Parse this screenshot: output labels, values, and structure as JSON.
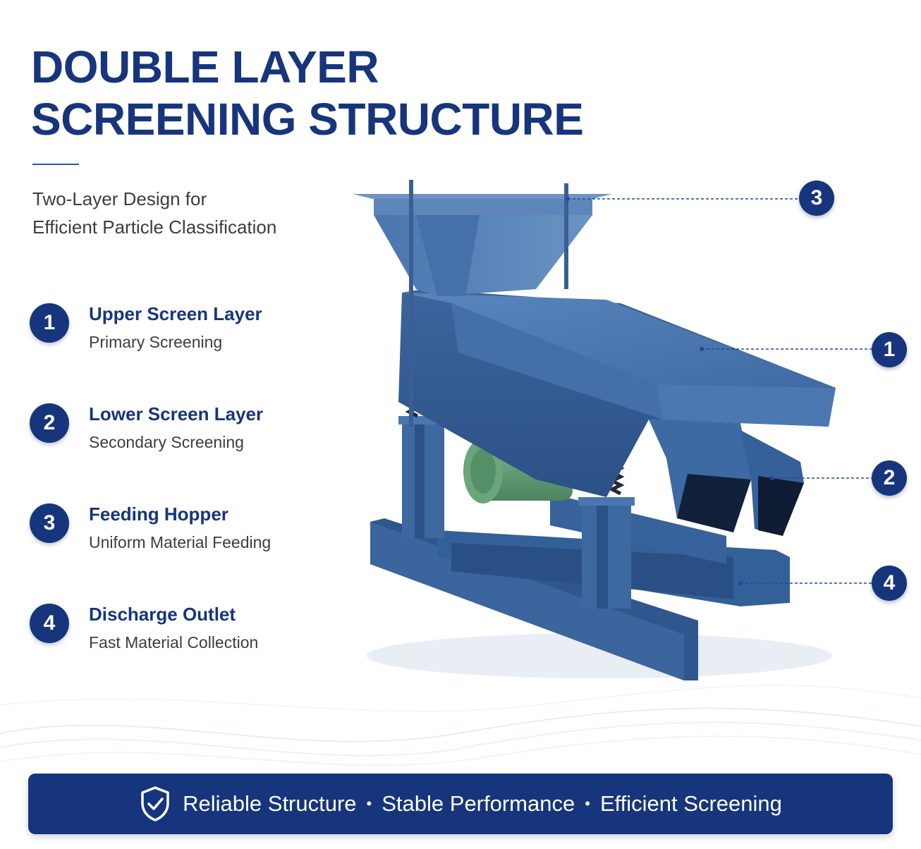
{
  "title": {
    "line1": "DOUBLE LAYER",
    "line2": "SCREENING STRUCTURE"
  },
  "subtitle": {
    "line1": "Two-Layer Design for",
    "line2": "Efficient Particle Classification"
  },
  "features": [
    {
      "number": "1",
      "title": "Upper Screen Layer",
      "subtitle": "Primary Screening"
    },
    {
      "number": "2",
      "title": "Lower Screen Layer",
      "subtitle": "Secondary Screening"
    },
    {
      "number": "3",
      "title": "Feeding Hopper",
      "subtitle": "Uniform Material Feeding"
    },
    {
      "number": "4",
      "title": "Discharge Outlet",
      "subtitle": "Fast Material Collection"
    }
  ],
  "callouts": [
    "3",
    "1",
    "2",
    "4"
  ],
  "banner": {
    "item1": "Reliable Structure",
    "item2": "Stable Performance",
    "item3": "Efficient Screening",
    "separator": "•",
    "icon": "shield-check-icon"
  },
  "colors": {
    "navy": "#16357c",
    "machine_blue": "#3e6aa3",
    "motor_green": "#5f9a74",
    "text_gray": "#3a3d44"
  }
}
